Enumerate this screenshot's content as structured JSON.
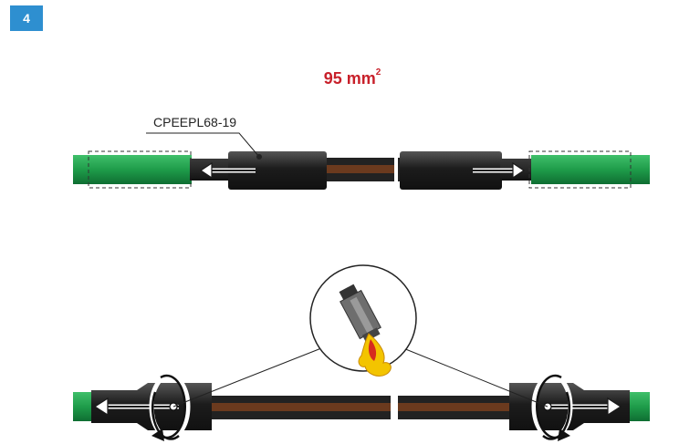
{
  "step": {
    "number": "4"
  },
  "cable": {
    "size_value": "95 mm",
    "size_sup": "2"
  },
  "part": {
    "code": "CPEEPL68-19"
  },
  "colors": {
    "badge": "#2e8fd0",
    "size_text": "#c8202a",
    "cable_green": "#1f9c4a",
    "sleeve_black": "#1e1e1e",
    "conductor_brown": "#6b3a1e",
    "flame": "#f3c400"
  },
  "icons": [
    "heat-gun-icon",
    "flame-icon",
    "rotate-arrow-icon",
    "double-arrow-icon"
  ]
}
